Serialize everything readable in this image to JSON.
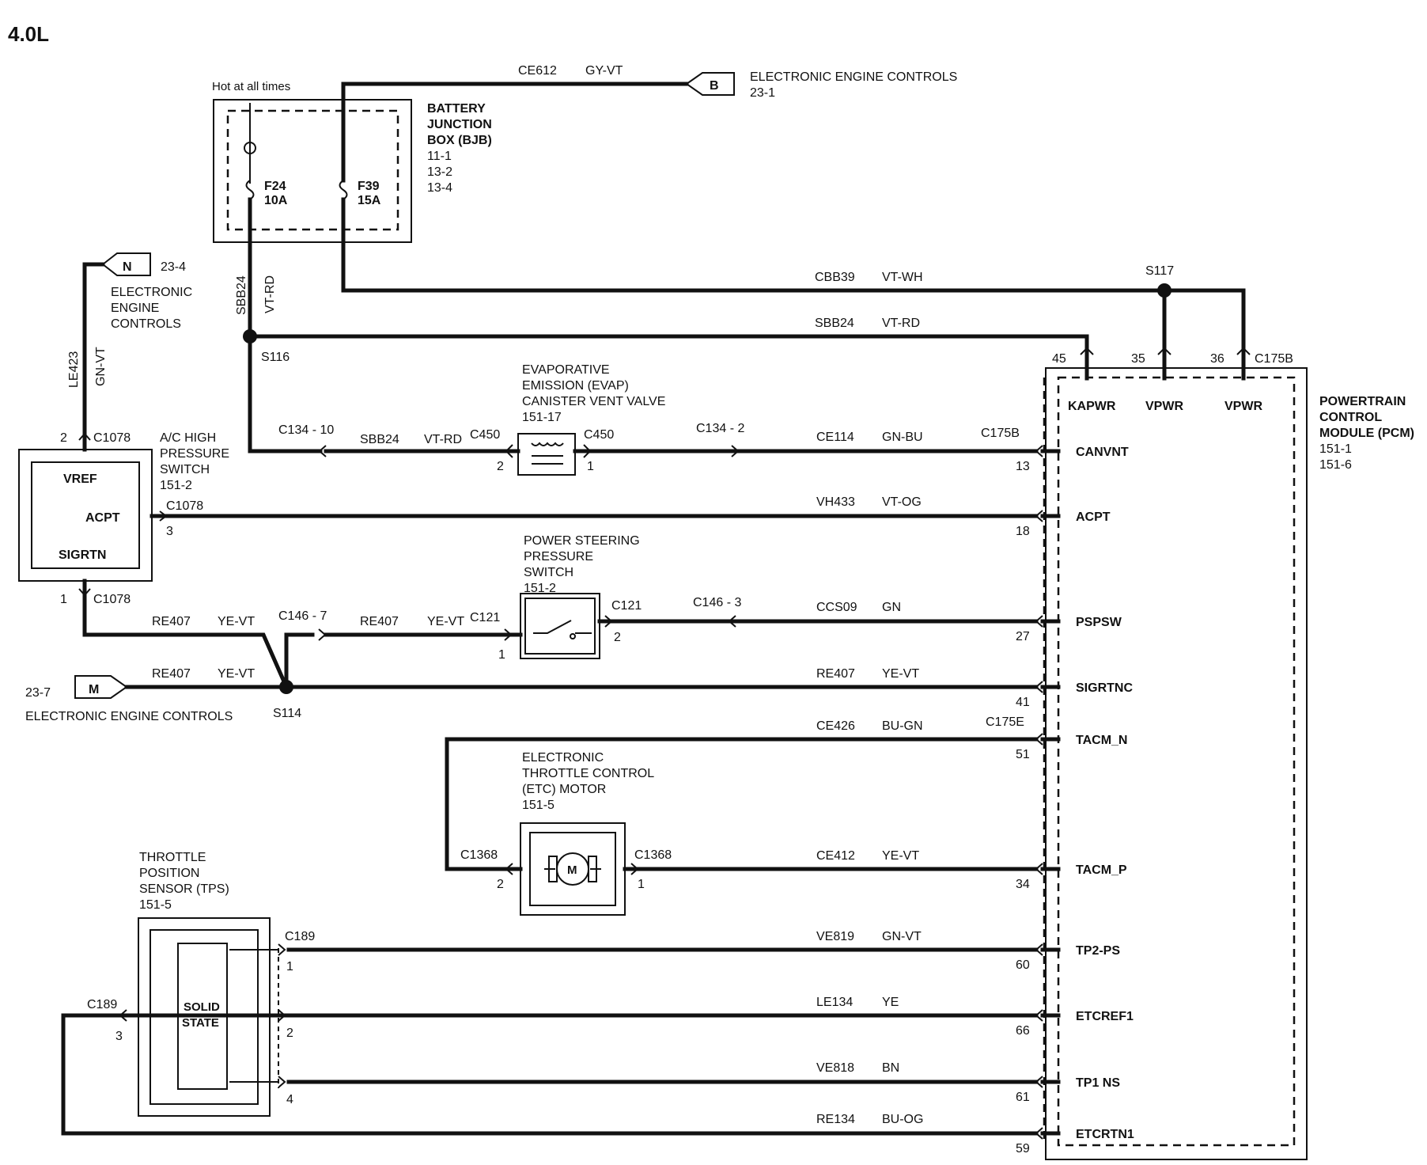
{
  "title": "4.0L",
  "bjb": {
    "hot_label": "Hot at all times",
    "name_lines": [
      "BATTERY",
      "JUNCTION",
      "BOX (BJB)",
      "11-1",
      "13-2",
      "13-4"
    ],
    "fuse1": {
      "name": "F24",
      "rating": "10A"
    },
    "fuse2": {
      "name": "F39",
      "rating": "15A"
    }
  },
  "top_wire": {
    "circuit": "CE612",
    "color": "GY-VT",
    "tag": "B",
    "dest_name": "ELECTRONIC ENGINE CONTROLS",
    "dest_page": "23-1"
  },
  "n_ref": {
    "tag": "N",
    "page": "23-4",
    "dest_lines": [
      "ELECTRONIC",
      "ENGINE",
      "CONTROLS"
    ]
  },
  "le423": {
    "circuit": "LE423",
    "color": "GN-VT"
  },
  "sbb24_vertical": {
    "circuit": "SBB24",
    "color": "VT-RD"
  },
  "cbb39": {
    "circuit": "CBB39",
    "color": "VT-WH",
    "splice": "S117"
  },
  "sbb24_horiz": {
    "circuit": "SBB24",
    "color": "VT-RD",
    "splice": "S116"
  },
  "pcm": {
    "name_lines": [
      "POWERTRAIN",
      "CONTROL",
      "MODULE (PCM)",
      "151-1",
      "151-6"
    ],
    "top_pins": [
      {
        "num": "45",
        "name": "KAPWR"
      },
      {
        "num": "35",
        "name": "VPWR"
      },
      {
        "num": "36",
        "name": "VPWR"
      }
    ],
    "top_connector": "C175B",
    "pins": [
      {
        "name": "CANVNT",
        "num": "13"
      },
      {
        "name": "ACPT",
        "num": "18"
      },
      {
        "name": "PSPSW",
        "num": "27"
      },
      {
        "name": "SIGRTNC",
        "num": "41"
      },
      {
        "name": "TACM_N",
        "num": "51"
      },
      {
        "name": "TACM_P",
        "num": "34"
      },
      {
        "name": "TP2-PS",
        "num": "60"
      },
      {
        "name": "ETCREF1",
        "num": "66"
      },
      {
        "name": "TP1 NS",
        "num": "61"
      },
      {
        "name": "ETCRTN1",
        "num": "59"
      }
    ]
  },
  "ac_switch": {
    "name_lines": [
      "A/C HIGH",
      "PRESSURE",
      "SWITCH",
      "151-2"
    ],
    "pins": [
      "VREF",
      "ACPT",
      "SIGRTN"
    ],
    "conn": "C1078",
    "pin_vref": "2",
    "pin_acpt": "3",
    "pin_sigrtn": "1"
  },
  "evap": {
    "name_lines": [
      "EVAPORATIVE",
      "EMISSION (EVAP)",
      "CANISTER VENT VALVE",
      "151-17"
    ],
    "conn": "C450",
    "pin_left": "2",
    "pin_right": "1",
    "left_inline": "C134 - 10",
    "left_circuit": "SBB24",
    "left_color": "VT-RD",
    "right_inline": "C134 - 2",
    "right_circuit": "CE114",
    "right_color": "GN-BU",
    "pcm_conn": "C175B"
  },
  "acpt_wire": {
    "circuit": "VH433",
    "color": "VT-OG"
  },
  "ps_switch": {
    "name_lines": [
      "POWER STEERING",
      "PRESSURE",
      "SWITCH",
      "151-2"
    ],
    "conn": "C121",
    "pin_left": "1",
    "pin_right": "2",
    "inline": "C146 - 3",
    "circuit": "CCS09",
    "color": "GN"
  },
  "re407": {
    "circuit": "RE407",
    "color": "YE-VT",
    "inline": "C146 - 7",
    "splice": "S114",
    "m_tag": "M",
    "m_page": "23-7",
    "m_dest": "ELECTRONIC ENGINE CONTROLS"
  },
  "tacm_n": {
    "circuit": "CE426",
    "color": "BU-GN",
    "pcm_conn": "C175E"
  },
  "etc_motor": {
    "name_lines": [
      "ELECTRONIC",
      "THROTTLE CONTROL",
      "(ETC) MOTOR",
      "151-5"
    ],
    "conn": "C1368",
    "symbol": "M",
    "pin_left": "2",
    "pin_right": "1",
    "circuit": "CE412",
    "color": "YE-VT"
  },
  "tps": {
    "name_lines": [
      "THROTTLE",
      "POSITION",
      "SENSOR (TPS)",
      "151-5"
    ],
    "inner_lines": [
      "SOLID",
      "STATE"
    ],
    "conn": "C189",
    "pin1": "1",
    "pin2": "2",
    "pin3": "3",
    "pin4": "4"
  },
  "tp2_wire": {
    "circuit": "VE819",
    "color": "GN-VT"
  },
  "etcref_wire": {
    "circuit": "LE134",
    "color": "YE"
  },
  "tp1_wire": {
    "circuit": "VE818",
    "color": "BN"
  },
  "etcrtn_wire": {
    "circuit": "RE134",
    "color": "BU-OG"
  }
}
